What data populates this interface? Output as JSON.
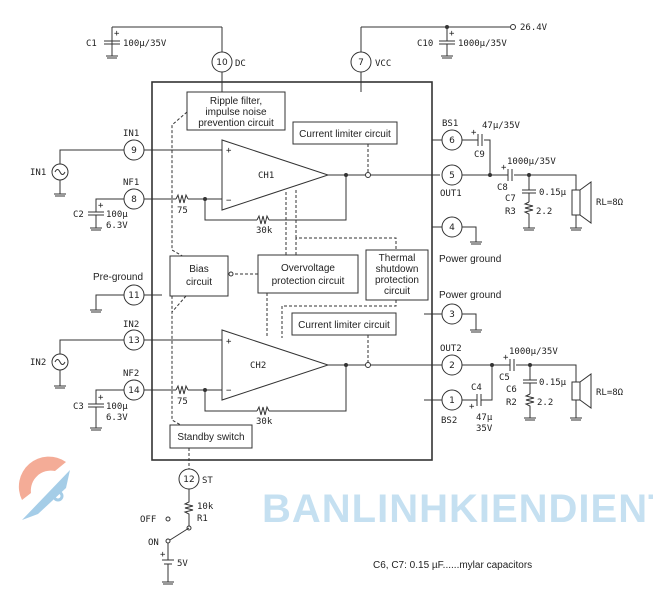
{
  "supply": {
    "voltage": "26.4V",
    "vcc_pin": "7",
    "vcc_label": "VCC"
  },
  "pins": {
    "p1": "1",
    "p2": "2",
    "p3": "3",
    "p4": "4",
    "p5": "5",
    "p6": "6",
    "p7": "7",
    "p8": "8",
    "p9": "9",
    "p10": "10",
    "p11": "11",
    "p12": "12",
    "p13": "13",
    "p14": "14"
  },
  "pin_labels": {
    "dc": "DC",
    "in1": "IN1",
    "nf1": "NF1",
    "pre_ground": "Pre-ground",
    "in2": "IN2",
    "nf2": "NF2",
    "st": "ST",
    "bs1": "BS1",
    "out1": "OUT1",
    "power_ground_1": "Power ground",
    "power_ground_2": "Power ground",
    "out2": "OUT2",
    "bs2": "BS2"
  },
  "blocks": {
    "ripple": [
      "Ripple filter,",
      "impulse noise",
      "prevention circuit"
    ],
    "current_limiter_1": "Current limiter circuit",
    "current_limiter_2": "Current limiter circuit",
    "bias": [
      "Bias",
      "circuit"
    ],
    "overvoltage": [
      "Overvoltage",
      "protection circuit"
    ],
    "thermal": [
      "Thermal",
      "shutdown",
      "protection",
      "circuit"
    ],
    "standby": "Standby switch",
    "ch1": "CH1",
    "ch2": "CH2"
  },
  "components": {
    "c1": {
      "name": "C1",
      "value": "100µ/35V"
    },
    "c10": {
      "name": "C10",
      "value": "1000µ/35V"
    },
    "c2": {
      "name": "C2",
      "value1": "100µ",
      "value2": "6.3V"
    },
    "c3": {
      "name": "C3",
      "value1": "100µ",
      "value2": "6.3V"
    },
    "r75_1": "75",
    "r30k_1": "30k",
    "r75_2": "75",
    "r30k_2": "30k",
    "c9": {
      "name": "C9",
      "value": "47µ/35V"
    },
    "c8": {
      "name": "C8",
      "value": "1000µ/35V"
    },
    "c7": {
      "name": "C7",
      "value": "0.15µ"
    },
    "r3": {
      "name": "R3",
      "value": "2.2"
    },
    "c5": {
      "name": "C5",
      "value": "1000µ/35V"
    },
    "c6": {
      "name": "C6",
      "value": "0.15µ"
    },
    "r2": {
      "name": "R2",
      "value": "2.2"
    },
    "c4": {
      "name": "C4",
      "value1": "47µ",
      "value2": "35V"
    },
    "rl1": "RL=8Ω",
    "rl2": "RL=8Ω",
    "r1": {
      "name": "R1",
      "value": "10k"
    },
    "battery": "5V",
    "switch_off": "OFF",
    "switch_on": "ON",
    "in1_src": "IN1",
    "in2_src": "IN2"
  },
  "polarity": "+",
  "note": "C6, C7: 0.15 µF......mylar capacitors",
  "watermark": "BANLINHKIENDIENTU.VN",
  "colors": {
    "watermark_blue": "#5ba7d8",
    "watermark_orange": "#f08a6c",
    "line": "#333333"
  }
}
